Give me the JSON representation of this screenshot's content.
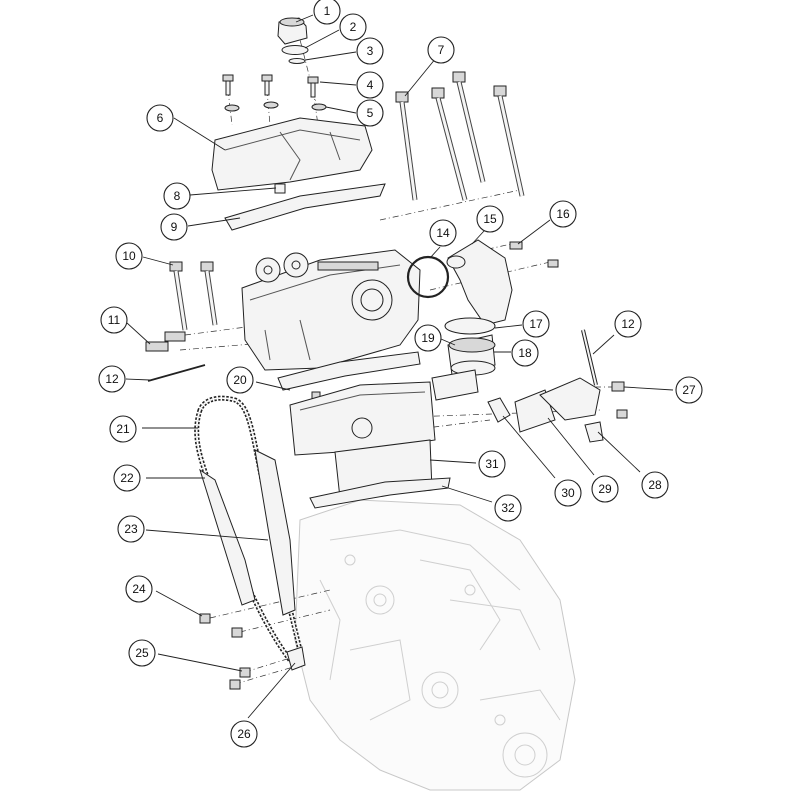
{
  "callouts": [
    {
      "label": "1"
    },
    {
      "label": "2"
    },
    {
      "label": "3"
    },
    {
      "label": "4"
    },
    {
      "label": "5"
    },
    {
      "label": "6"
    },
    {
      "label": "7"
    },
    {
      "label": "8"
    },
    {
      "label": "9"
    },
    {
      "label": "10"
    },
    {
      "label": "11"
    },
    {
      "label": "12"
    },
    {
      "label": "12"
    },
    {
      "label": "14"
    },
    {
      "label": "15"
    },
    {
      "label": "16"
    },
    {
      "label": "17"
    },
    {
      "label": "18"
    },
    {
      "label": "19"
    },
    {
      "label": "20"
    },
    {
      "label": "21"
    },
    {
      "label": "22"
    },
    {
      "label": "23"
    },
    {
      "label": "24"
    },
    {
      "label": "25"
    },
    {
      "label": "26"
    },
    {
      "label": "27"
    },
    {
      "label": "28"
    },
    {
      "label": "29"
    },
    {
      "label": "30"
    },
    {
      "label": "31"
    },
    {
      "label": "32"
    }
  ]
}
